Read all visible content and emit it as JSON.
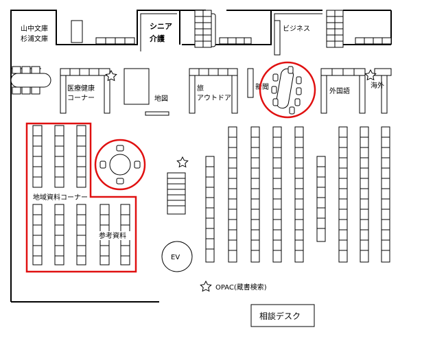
{
  "labels": {
    "yamanaka_1": "山中文庫",
    "yamanaka_2": "杉浦文庫",
    "senior_1": "シニア",
    "senior_2": "介護",
    "business": "ビジネス",
    "medical_1": "医療健康",
    "medical_2": "コーナー",
    "map": "地図",
    "travel_1": "旅",
    "travel_2": "アウトドア",
    "newspaper": "新聞",
    "foreign": "外国語",
    "overseas": "海外",
    "local": "地域資料コーナー",
    "reference": "参考資料",
    "ev": "EV",
    "opac": "OPAC(蔵書検索)",
    "desk": "相談デスク"
  },
  "colors": {
    "highlight": "#e01010",
    "line": "#000000"
  }
}
